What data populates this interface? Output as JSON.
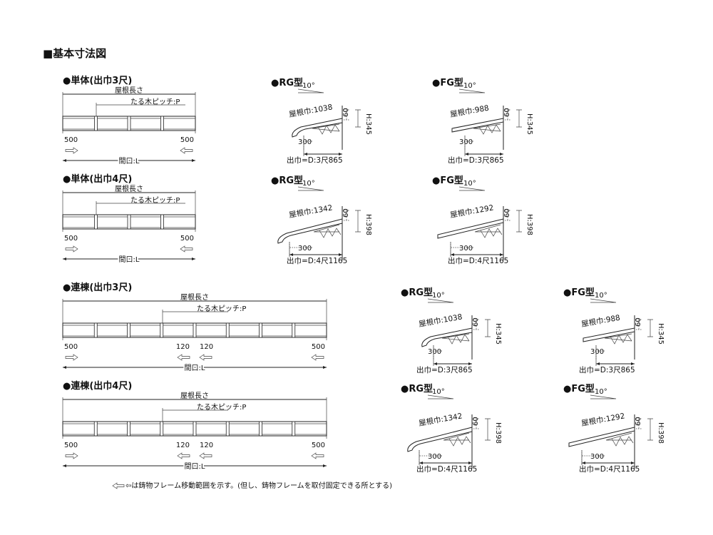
{
  "title": "■基本寸法図",
  "note": "⇦は鋳物フレーム移動範囲を示す。(但し、鋳物フレームを取付固定できる所とする)",
  "plans": [
    {
      "heading": "●単体(出巾3尺)",
      "roof_length": "屋根長さ",
      "pitch": "たる木ピッチ:P",
      "left": "500",
      "right": "500",
      "opening": "間口:L"
    },
    {
      "heading": "●単体(出巾4尺)",
      "roof_length": "屋根長さ",
      "pitch": "たる木ピッチ:P",
      "left": "500",
      "right": "500",
      "opening": "間口:L"
    },
    {
      "heading": "●連棟(出巾3尺)",
      "roof_length": "屋根長さ",
      "pitch": "たる木ピッチ:P",
      "left": "500",
      "mid_left": "120",
      "mid_right": "120",
      "right": "500",
      "opening": "間口:L"
    },
    {
      "heading": "●連棟(出巾4尺)",
      "roof_length": "屋根長さ",
      "pitch": "たる木ピッチ:P",
      "left": "500",
      "mid_left": "120",
      "mid_right": "120",
      "right": "500",
      "opening": "間口:L"
    }
  ],
  "sections": [
    {
      "type": "●RG型",
      "angle": "10°",
      "width": "屋根巾:1038",
      "t60": "60",
      "height": "H:345",
      "d300": "300",
      "depth": "出巾=D:3尺865"
    },
    {
      "type": "●FG型",
      "angle": "10°",
      "width": "屋根巾:988",
      "t60": "60",
      "height": "H:345",
      "d300": "300",
      "depth": "出巾=D:3尺865"
    },
    {
      "type": "●RG型",
      "angle": "10°",
      "width": "屋根巾:1342",
      "t60": "60",
      "height": "H:398",
      "d300": "300",
      "depth": "出巾=D:4尺1165"
    },
    {
      "type": "●FG型",
      "angle": "10°",
      "width": "屋根巾:1292",
      "t60": "60",
      "height": "H:398",
      "d300": "300",
      "depth": "出巾=D:4尺1165"
    },
    {
      "type": "●RG型",
      "angle": "10°",
      "width": "屋根巾:1038",
      "t60": "60",
      "height": "H:345",
      "d300": "300",
      "depth": "出巾=D:3尺865"
    },
    {
      "type": "●FG型",
      "angle": "10°",
      "width": "屋根巾:988",
      "t60": "60",
      "height": "H:345",
      "d300": "300",
      "depth": "出巾=D:3尺865"
    },
    {
      "type": "●RG型",
      "angle": "10°",
      "width": "屋根巾:1342",
      "t60": "60",
      "height": "H:398",
      "d300": "300",
      "depth": "出巾=D:4尺1165"
    },
    {
      "type": "●FG型",
      "angle": "10°",
      "width": "屋根巾:1292",
      "t60": "60",
      "height": "H:398",
      "d300": "300",
      "depth": "出巾=D:4尺1165"
    }
  ]
}
